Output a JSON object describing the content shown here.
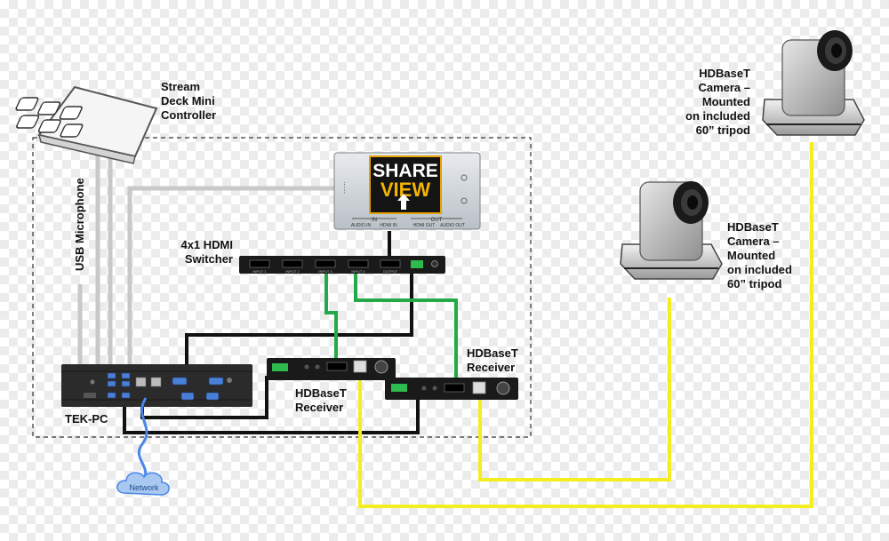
{
  "labels": {
    "stream_deck": [
      "Stream",
      "Deck Mini",
      "Controller"
    ],
    "usb_microphone": "USB Microphone",
    "switcher": [
      "4x1 HDMI",
      "Switcher"
    ],
    "tek_pc": "TEK-PC",
    "network": "Network",
    "receiver_left": [
      "HDBaseT",
      "Receiver"
    ],
    "receiver_right": [
      "HDBaseT",
      "Receiver"
    ],
    "camera_top": [
      "HDBaseT",
      "Camera –",
      "Mounted",
      "on included",
      "60” tripod"
    ],
    "camera_mid": [
      "HDBaseT",
      "Camera –",
      "Mounted",
      "on included",
      "60” tripod"
    ]
  },
  "shareview": {
    "line1": "SHARE",
    "line2": "VIEW",
    "in_label": "IN",
    "out_label": "OUT",
    "ports": [
      "AUDIO IN",
      "HDMI IN",
      "HDMI OUT",
      "AUDIO OUT"
    ]
  },
  "switcher_ports": [
    "INPUT 1",
    "INPUT 2",
    "INPUT 3",
    "INPUT 4",
    "OUTPUT"
  ],
  "colors": {
    "hdmi_green": "#23a947",
    "hdbaset_yellow": "#f2ee1f",
    "usb_gray": "#c8c8c8",
    "black_cable": "#111111",
    "network_blue": "#4a86e8"
  }
}
